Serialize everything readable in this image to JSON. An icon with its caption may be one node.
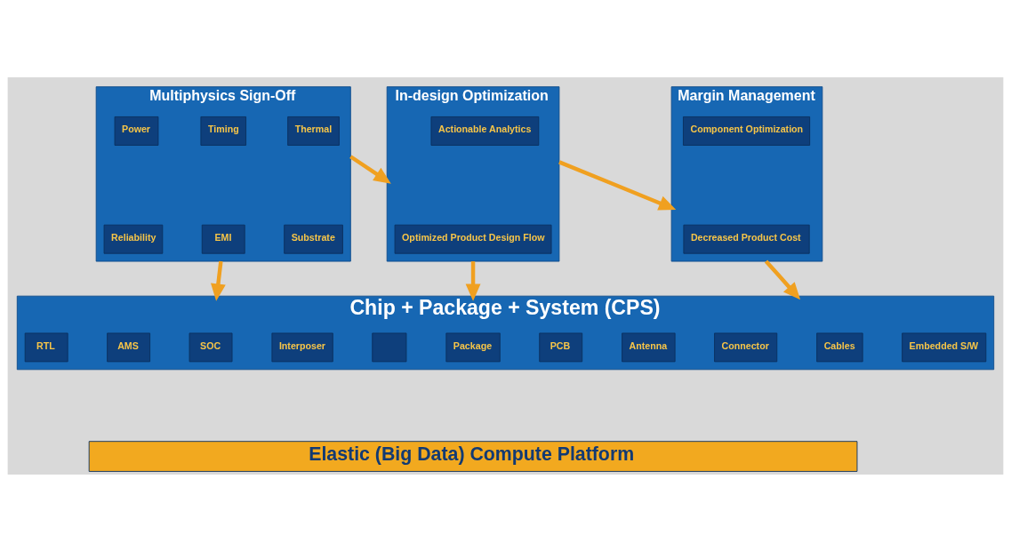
{
  "diagram": {
    "nodes": [
      {
        "text": [
          "Multiphysics Sign-Off"
        ]
      },
      {
        "text": [
          "Power"
        ],
        "in": 0
      },
      {
        "text": [
          "Timing"
        ],
        "in": 0
      },
      {
        "text": [
          "Thermal"
        ],
        "in": 0
      },
      {
        "text": [
          "Reliability"
        ],
        "in": 0
      },
      {
        "text": [
          "EMI"
        ],
        "in": 0
      },
      {
        "text": [
          "Substrate"
        ],
        "in": 0
      },
      {
        "text": [
          "In-design Optimization"
        ]
      },
      {
        "text": [
          "Actionable Analytics"
        ],
        "in": 7
      },
      {
        "text": [
          "Optimized Product Design Flow"
        ],
        "in": 7
      },
      {
        "text": [
          "Margin Management"
        ]
      },
      {
        "text": [
          "Component Optimization"
        ],
        "in": 10
      },
      {
        "text": [
          "Decreased Product Cost"
        ],
        "in": 10
      },
      {
        "text": [
          "Chip + Package + System (CPS)"
        ]
      },
      {
        "text": [
          "RTL"
        ],
        "in": 13
      },
      {
        "text": [
          "AMS"
        ],
        "in": 13
      },
      {
        "text": [
          "SOC"
        ],
        "in": 13
      },
      {
        "text": [
          "Interposer"
        ],
        "in": 13
      },
      {
        "text": [],
        "shape": "box",
        "in": 13
      },
      {
        "text": [
          "Package"
        ],
        "in": 13
      },
      {
        "text": [
          "PCB"
        ],
        "in": 13
      },
      {
        "text": [
          "Antenna"
        ],
        "in": 13
      },
      {
        "text": [
          "Connector"
        ],
        "in": 13
      },
      {
        "text": [
          "Cables"
        ],
        "in": 13
      },
      {
        "text": [
          "Embedded S/W"
        ],
        "in": 13
      },
      {
        "text": [
          "Elastic (Big Data) Compute Platform"
        ]
      }
    ],
    "edges": [
      {
        "from": 0,
        "to": 7,
        "arrow": "to"
      },
      {
        "from": 7,
        "to": 10,
        "arrow": "to"
      },
      {
        "from": 0,
        "to": 13,
        "arrow": "to"
      },
      {
        "from": 7,
        "to": 13,
        "arrow": "to"
      },
      {
        "from": 10,
        "to": 13,
        "arrow": "to"
      }
    ]
  }
}
